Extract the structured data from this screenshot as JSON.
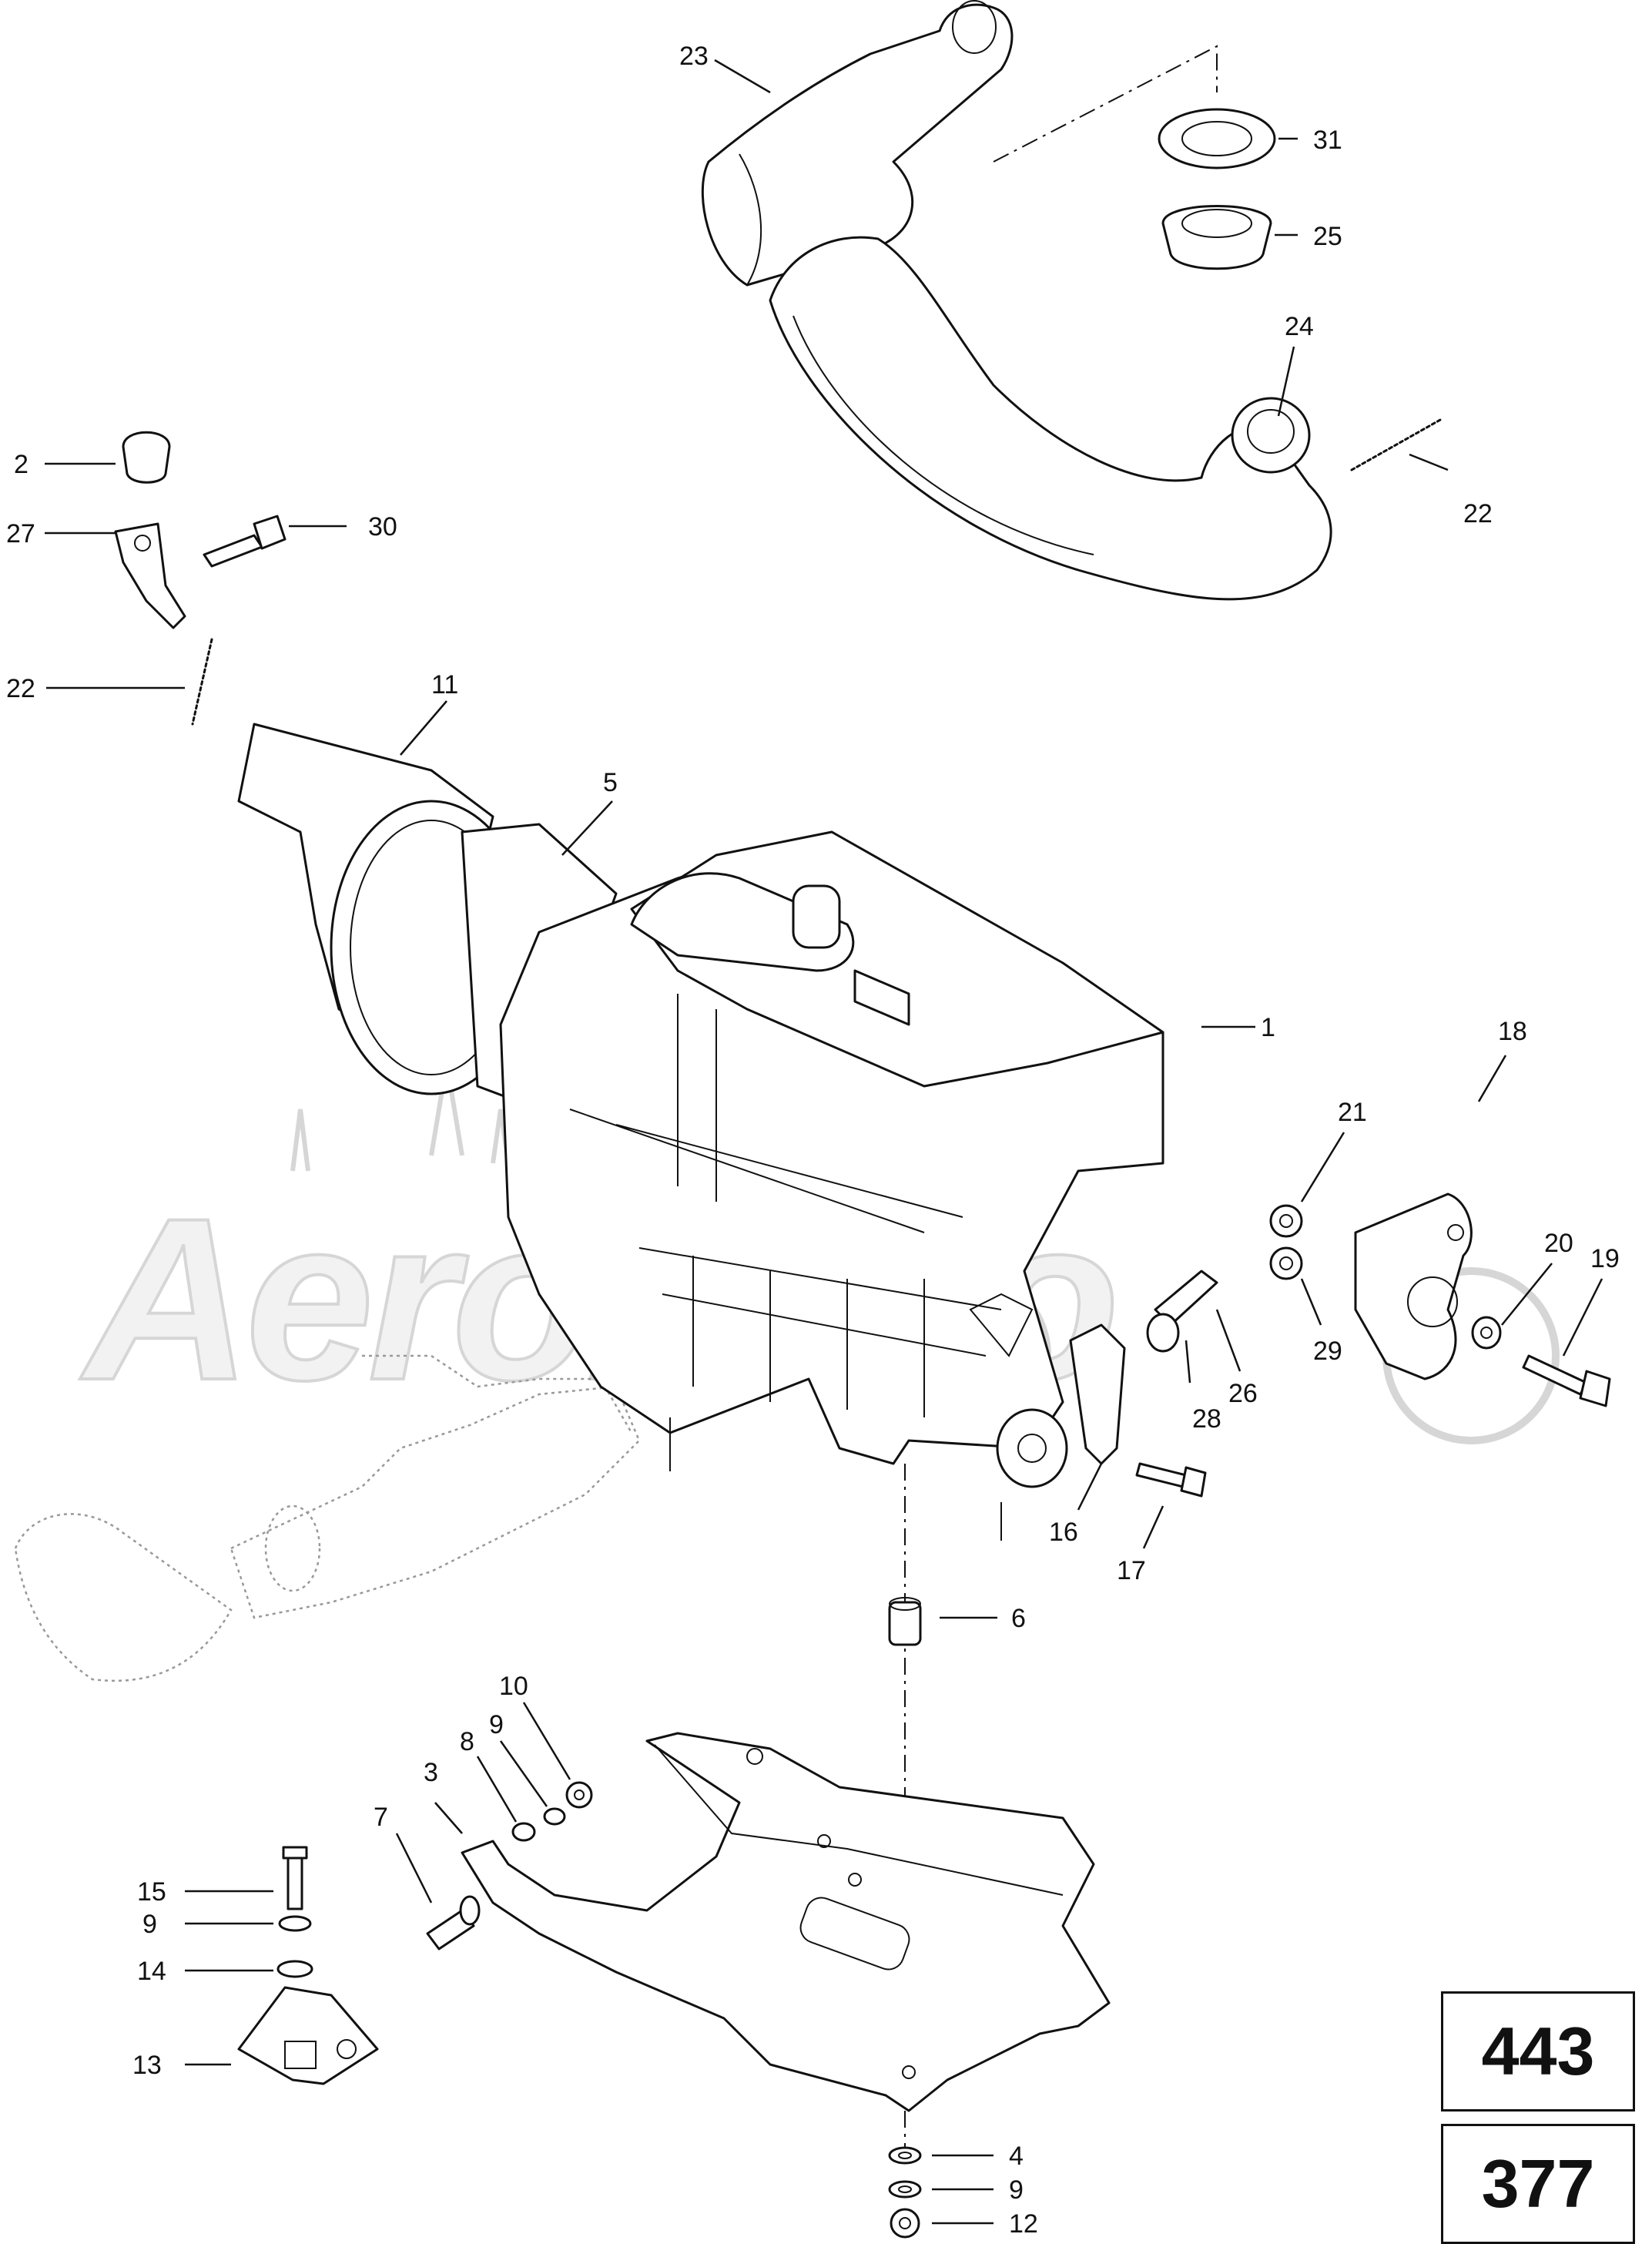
{
  "diagram": {
    "watermark": "AeroMoto",
    "page_numbers": [
      "443",
      "377"
    ],
    "callouts": [
      {
        "id": "callout-23",
        "label": "23"
      },
      {
        "id": "callout-31",
        "label": "31"
      },
      {
        "id": "callout-25",
        "label": "25"
      },
      {
        "id": "callout-24",
        "label": "24"
      },
      {
        "id": "callout-22-top",
        "label": "22"
      },
      {
        "id": "callout-2",
        "label": "2"
      },
      {
        "id": "callout-27",
        "label": "27"
      },
      {
        "id": "callout-30",
        "label": "30"
      },
      {
        "id": "callout-22-left",
        "label": "22"
      },
      {
        "id": "callout-11",
        "label": "11"
      },
      {
        "id": "callout-5",
        "label": "5"
      },
      {
        "id": "callout-1",
        "label": "1"
      },
      {
        "id": "callout-18",
        "label": "18"
      },
      {
        "id": "callout-21",
        "label": "21"
      },
      {
        "id": "callout-20",
        "label": "20"
      },
      {
        "id": "callout-19",
        "label": "19"
      },
      {
        "id": "callout-29",
        "label": "29"
      },
      {
        "id": "callout-26",
        "label": "26"
      },
      {
        "id": "callout-28",
        "label": "28"
      },
      {
        "id": "callout-16",
        "label": "16"
      },
      {
        "id": "callout-17",
        "label": "17"
      },
      {
        "id": "callout-6",
        "label": "6"
      },
      {
        "id": "callout-10",
        "label": "10"
      },
      {
        "id": "callout-9-mount",
        "label": "9"
      },
      {
        "id": "callout-8",
        "label": "8"
      },
      {
        "id": "callout-3",
        "label": "3"
      },
      {
        "id": "callout-7",
        "label": "7"
      },
      {
        "id": "callout-15",
        "label": "15"
      },
      {
        "id": "callout-9-left",
        "label": "9"
      },
      {
        "id": "callout-14",
        "label": "14"
      },
      {
        "id": "callout-13",
        "label": "13"
      },
      {
        "id": "callout-4",
        "label": "4"
      },
      {
        "id": "callout-9-bottom",
        "label": "9"
      },
      {
        "id": "callout-12",
        "label": "12"
      }
    ]
  }
}
